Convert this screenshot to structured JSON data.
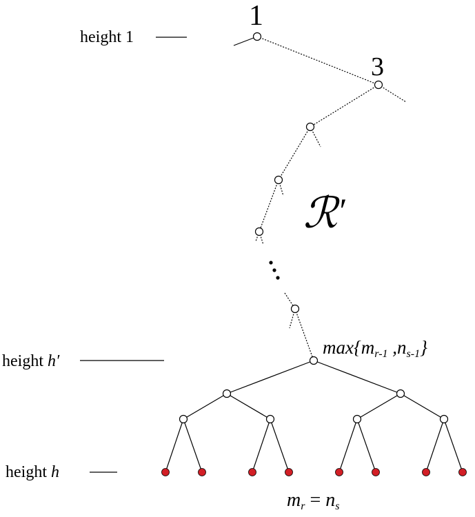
{
  "levels": {
    "top": {
      "text": "height 1"
    },
    "middle": {
      "prefix": "height ",
      "var": "h′"
    },
    "bottom": {
      "prefix": "height ",
      "var": "h"
    }
  },
  "node_labels": {
    "root": "1",
    "second": "3"
  },
  "region_label": {
    "letter": "ℛ",
    "prime": "′"
  },
  "max_label": {
    "open": "max{",
    "m": "m",
    "m_sub": "r-1",
    "comma": " ,",
    "n": "n",
    "n_sub": "s-1",
    "close": "}"
  },
  "bottom_label": {
    "m": "m",
    "m_sub": "r",
    "eq": " = ",
    "n": "n",
    "n_sub": "s"
  },
  "colors": {
    "leaf_fill": "#d21f26",
    "line": "#000000",
    "node_fill": "#ffffff"
  }
}
